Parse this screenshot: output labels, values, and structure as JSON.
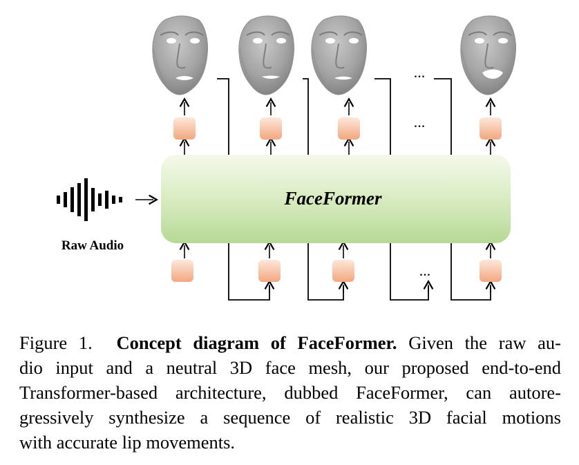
{
  "diagram": {
    "model_label": "FaceFormer",
    "audio_label": "Raw Audio",
    "ellipsis": "..."
  },
  "caption": {
    "figure_label": "Figure 1.",
    "title": "Concept diagram of FaceFormer.",
    "lines": [
      "Given the raw au-",
      "dio input and a neutral 3D face mesh, our proposed end-to-end",
      "Transformer-based architecture, dubbed FaceFormer, can autore-",
      "gressively synthesize a sequence of realistic 3D facial motions",
      "with accurate lip movements."
    ]
  },
  "colors": {
    "block_green_top": "#f2f8e6",
    "block_green_bottom": "#b9dc9b",
    "token_orange": "#f5b89a",
    "face_gray": "#9d9d9d"
  }
}
